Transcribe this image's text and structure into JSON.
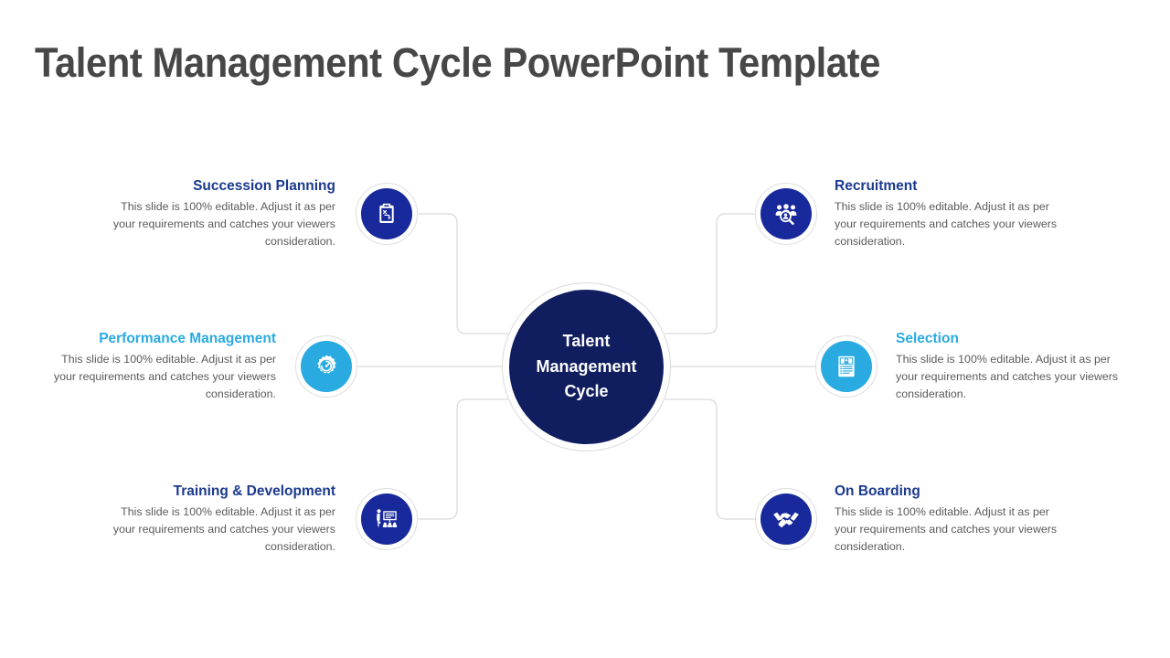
{
  "slide": {
    "title": "Talent Management Cycle PowerPoint Template",
    "background_color": "#ffffff"
  },
  "colors": {
    "navy_hub": "#101d5f",
    "navy_icon": "#17299b",
    "cyan": "#29abe2",
    "title_gray": "#474747",
    "heading_navy": "#1b3a8f",
    "body_gray": "#5a5a5a",
    "connector_gray": "#d9d9d9"
  },
  "center": {
    "label": "Talent Management Cycle",
    "line1": "Talent",
    "line2": "Management",
    "line3": "Cycle"
  },
  "nodes": [
    {
      "id": "succession-planning",
      "title": "Succession Planning",
      "body": "This slide is 100% editable. Adjust it as per your requirements and catches your viewers consideration.",
      "icon": "clipboard-strategy-icon",
      "icon_color": "#17299b",
      "title_color": "#1b3a8f",
      "side": "left",
      "row": "top"
    },
    {
      "id": "performance-management",
      "title": "Performance Management",
      "body": "This slide is 100% editable. Adjust it as per your requirements and catches your viewers consideration.",
      "icon": "gear-speedometer-icon",
      "icon_color": "#29abe2",
      "title_color": "#29abe2",
      "side": "left",
      "row": "middle"
    },
    {
      "id": "training-development",
      "title": "Training & Development",
      "body": "This slide is 100% editable. Adjust it as per your requirements and catches your viewers consideration.",
      "icon": "training-presentation-icon",
      "icon_color": "#17299b",
      "title_color": "#1b3a8f",
      "side": "left",
      "row": "bottom"
    },
    {
      "id": "recruitment",
      "title": "Recruitment",
      "body": "This slide is 100% editable. Adjust it as per your requirements and catches your viewers consideration.",
      "icon": "people-search-icon",
      "icon_color": "#17299b",
      "title_color": "#1b3a8f",
      "side": "right",
      "row": "top"
    },
    {
      "id": "selection",
      "title": "Selection",
      "body": "This slide is 100% editable. Adjust it as per your requirements and catches your viewers consideration.",
      "icon": "resume-document-icon",
      "icon_color": "#29abe2",
      "title_color": "#29abe2",
      "side": "right",
      "row": "middle"
    },
    {
      "id": "on-boarding",
      "title": "On Boarding",
      "body": "This slide is 100% editable. Adjust it as per your requirements and catches your viewers consideration.",
      "icon": "handshake-icon",
      "icon_color": "#17299b",
      "title_color": "#1b3a8f",
      "side": "right",
      "row": "bottom"
    }
  ]
}
